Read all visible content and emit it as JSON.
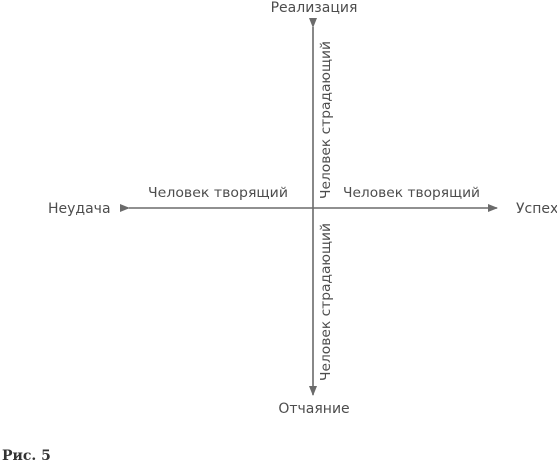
{
  "diagram": {
    "axes": {
      "top": "Реализация",
      "bottom": "Отчаяние",
      "left": "Неудача",
      "right": "Успех"
    },
    "quadrant_labels": {
      "left_horizontal": "Человек творящий",
      "right_horizontal": "Человек творящий",
      "top_vertical": "Человек страдающий",
      "bottom_vertical": "Человек страдающий"
    },
    "colors": {
      "line": "#6b6b6b",
      "text": "#4d4d4d"
    }
  },
  "caption": "Рис. 5"
}
